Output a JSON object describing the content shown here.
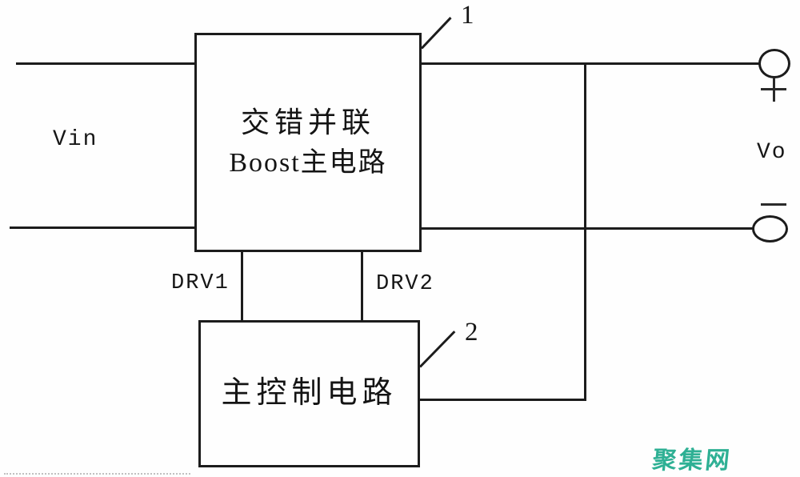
{
  "diagram": {
    "type": "circuit-block-diagram",
    "background_color": "#fefefe",
    "line_color": "#1c1c1c",
    "labels": {
      "vin": "Vin",
      "vo": "Vo",
      "drv1": "DRV1",
      "drv2": "DRV2",
      "plus_symbol": "+",
      "minus_symbol": "−"
    },
    "blocks": {
      "main_circuit": {
        "ref": "1",
        "line1": "交错并联",
        "line2": "Boost主电路"
      },
      "control_circuit": {
        "ref": "2",
        "label": "主控制电路"
      }
    },
    "watermark": {
      "text": "聚集网",
      "color": "#2EB094"
    }
  }
}
